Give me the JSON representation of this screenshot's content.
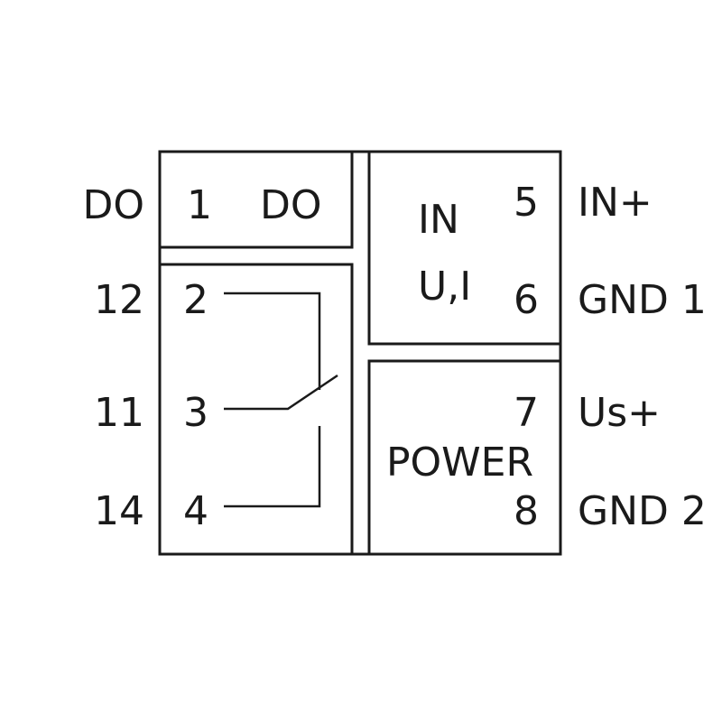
{
  "left_labels": {
    "do": "DO",
    "t12": "12",
    "t11": "11",
    "t14": "14"
  },
  "right_labels": {
    "in_plus": "IN+",
    "gnd1": "GND 1",
    "us_plus": "Us+",
    "gnd2": "GND 2"
  },
  "do_block": {
    "pin": "1",
    "name": "DO"
  },
  "relay_block": {
    "pin2": "2",
    "pin3": "3",
    "pin4": "4"
  },
  "input_block": {
    "title": "IN",
    "subtitle": "U,I",
    "pin5": "5",
    "pin6": "6"
  },
  "power_block": {
    "title": "POWER",
    "pin7": "7",
    "pin8": "8"
  }
}
